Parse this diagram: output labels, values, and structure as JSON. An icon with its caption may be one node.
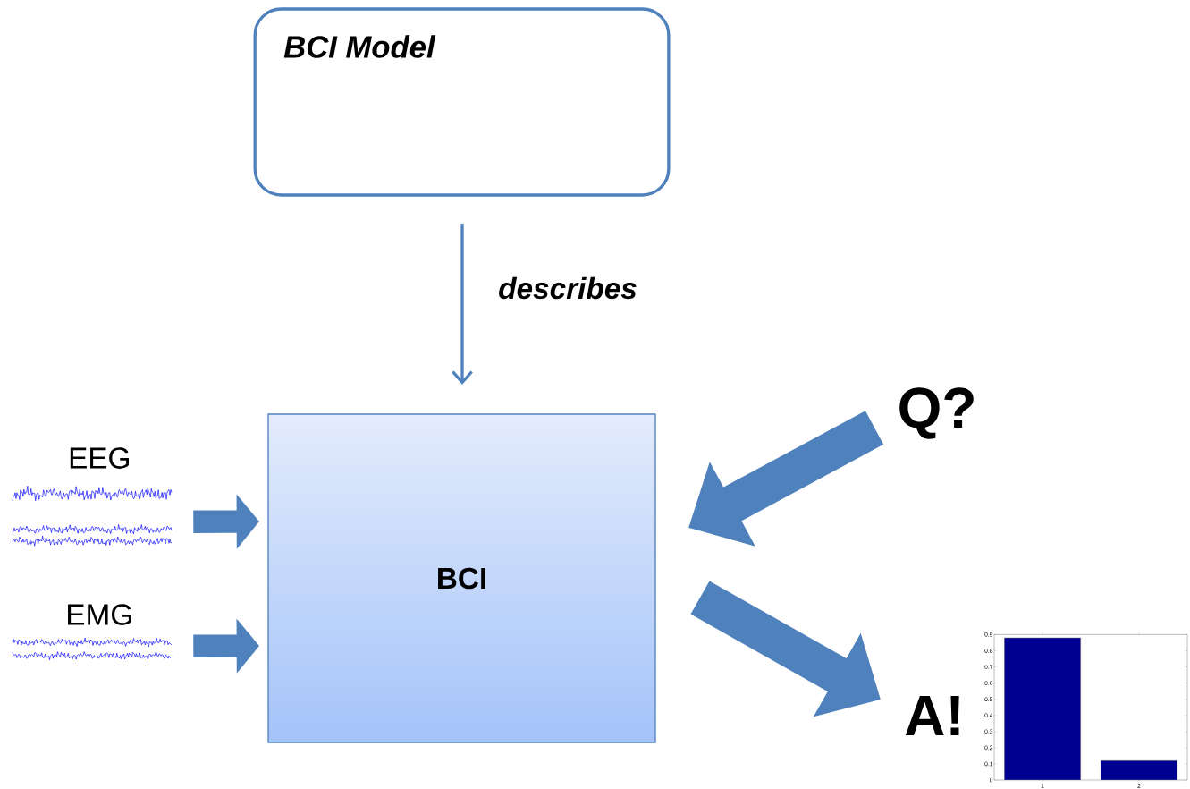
{
  "diagram": {
    "nodes": [
      {
        "text": [
          "BCI Model"
        ]
      },
      {
        "text": [
          "BCI"
        ]
      },
      {
        "text": [
          "EEG"
        ]
      },
      {
        "text": [
          "EMG"
        ]
      },
      {
        "text": [
          "Q?"
        ]
      },
      {
        "text": [
          "A!"
        ]
      }
    ],
    "edges": [
      {
        "from": 0,
        "to": 1,
        "arrow": "to",
        "label": "describes"
      },
      {
        "from": 2,
        "to": 1,
        "arrow": "to"
      },
      {
        "from": 3,
        "to": 1,
        "arrow": "to"
      },
      {
        "from": 4,
        "to": 1,
        "arrow": "to"
      },
      {
        "from": 1,
        "to": 5,
        "arrow": "to"
      }
    ],
    "chart_data": {
      "type": "bar",
      "categories": [
        "1",
        "2"
      ],
      "series": [
        {
          "color": "#000090",
          "values": [
            0.88,
            0.12
          ]
        }
      ],
      "ylim": [
        0,
        0.9
      ],
      "yticks": [
        0,
        0.1,
        0.2,
        0.3,
        0.4,
        0.5,
        0.6,
        0.7,
        0.8,
        0.9
      ]
    }
  }
}
